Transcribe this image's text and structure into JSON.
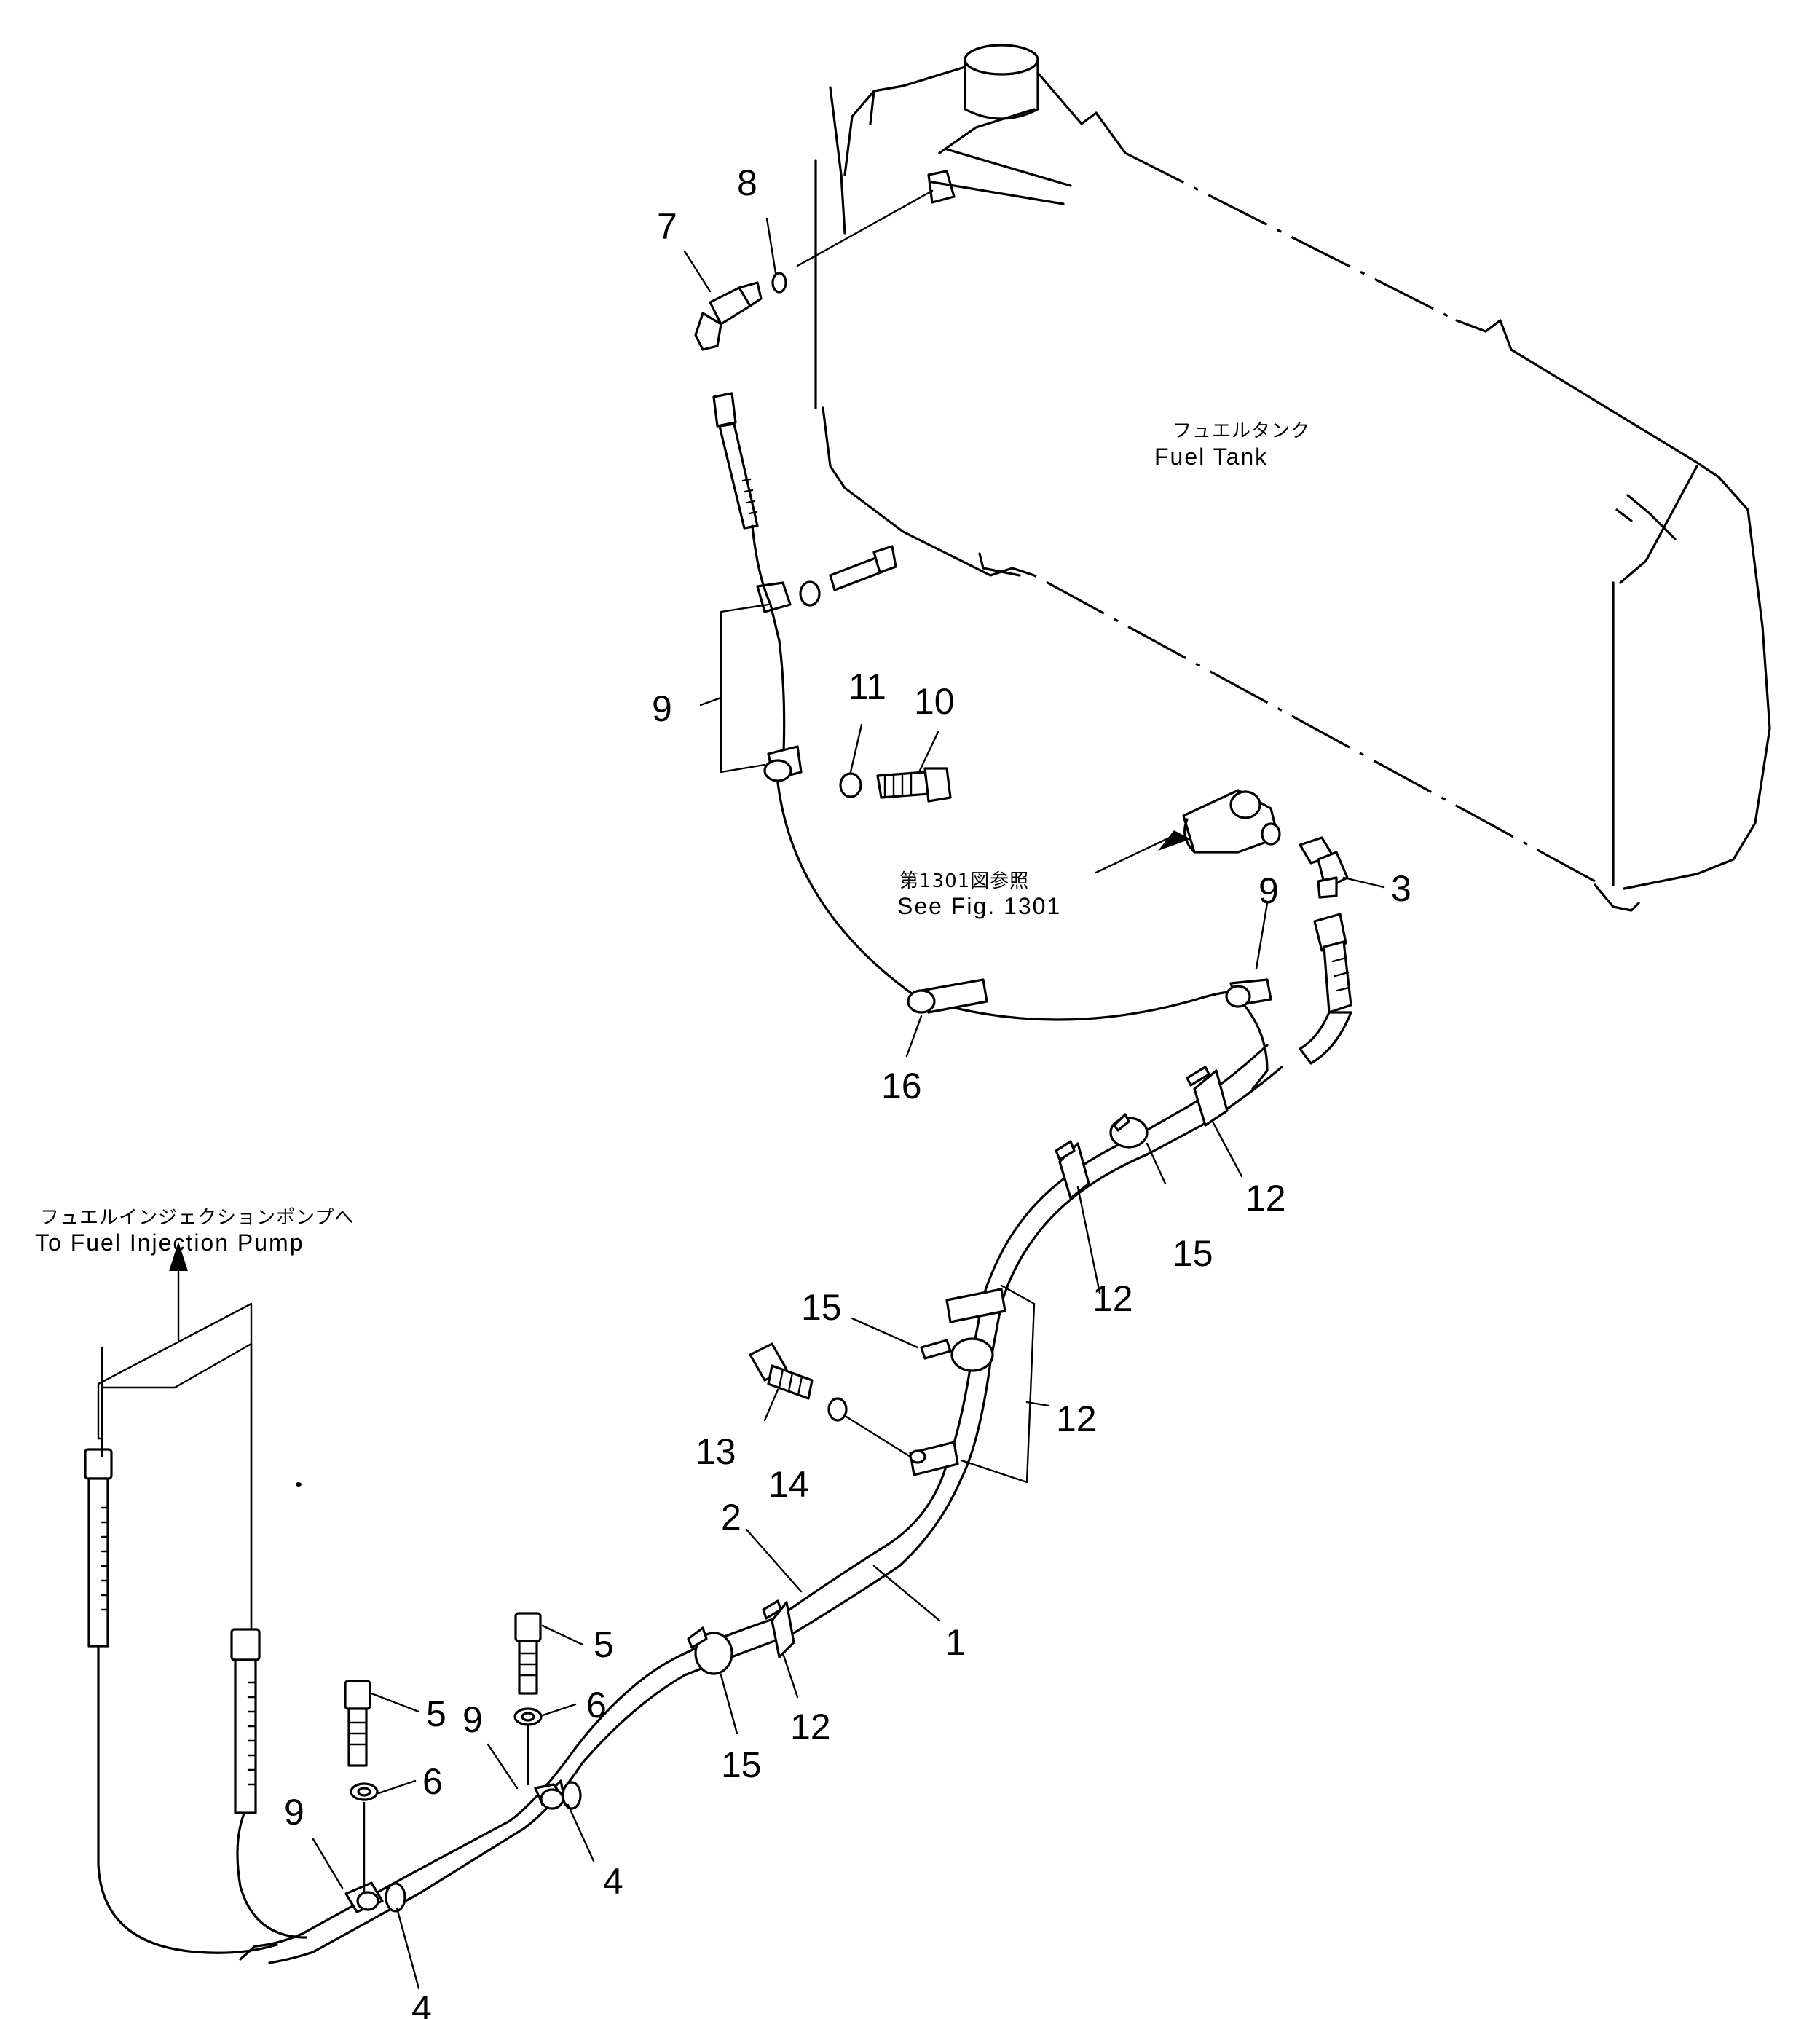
{
  "annotations": {
    "fuel_tank_jp": "フュエルタンク",
    "fuel_tank_en": "Fuel  Tank",
    "injection_pump_jp": "フュエルインジェクションポンプへ",
    "injection_pump_en": "To  Fuel  Injection  Pump",
    "see_fig_jp": "第1301図参照",
    "see_fig_en": "See  Fig.  1301"
  },
  "callouts": {
    "c1": "1",
    "c2": "2",
    "c3": "3",
    "c4a": "4",
    "c4b": "4",
    "c5a": "5",
    "c5b": "5",
    "c6a": "6",
    "c6b": "6",
    "c7": "7",
    "c8": "8",
    "c9a": "9",
    "c9b": "9",
    "c9c": "9",
    "c9d": "9",
    "c10": "10",
    "c11": "11",
    "c12a": "12",
    "c12b": "12",
    "c12c": "12",
    "c12d": "12",
    "c13": "13",
    "c14": "14",
    "c15a": "15",
    "c15b": "15",
    "c15c": "15",
    "c16": "16"
  }
}
